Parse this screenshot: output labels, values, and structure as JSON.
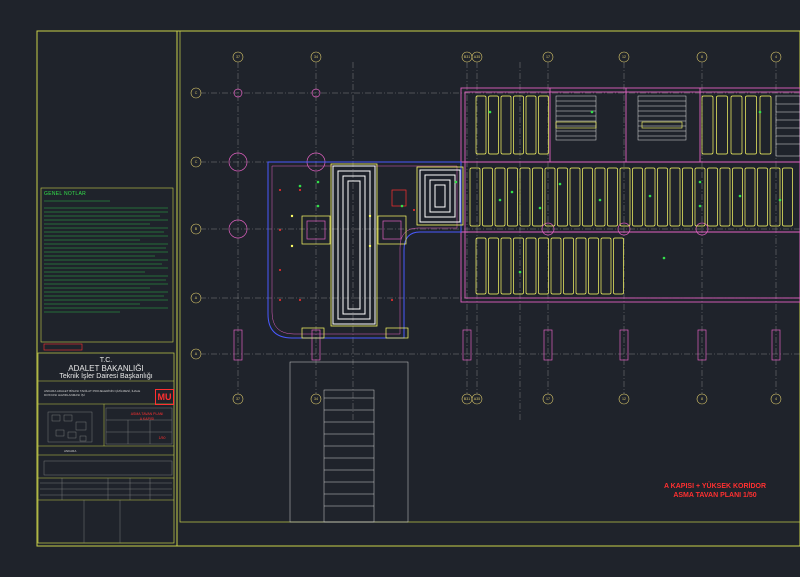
{
  "notes": {
    "title": "GENEL NOTLAR"
  },
  "title_block": {
    "line1": "T.C.",
    "line2": "ADALET BAKANLIĞI",
    "line3": "Teknik İşler Dairesi Başkanlığı",
    "project_label": "ANKARA ADALET BİNASI TADİLAT PROJELERİNİN ÇİZİLMESİ, İHALE DOSYASI HAZIRLANMASI İŞİ",
    "logo_text": "MU",
    "city": "ANKARA",
    "drawing_name_line1": "ASMA TAVAN PLANI",
    "drawing_name_line2": "A KAPISI",
    "scale": "1/50"
  },
  "plan": {
    "title_line1": "A KAPISI + YÜKSEK KORİDOR",
    "title_line2": "ASMA TAVAN PLANI 1/50"
  },
  "grid": {
    "top_labels": [
      "37",
      "34",
      "B31",
      "A35",
      "17",
      "12",
      "8",
      "4"
    ],
    "side_labels": [
      "C",
      "C",
      "B",
      "A",
      "A"
    ]
  },
  "colors": {
    "background": "#1f232b",
    "frame": "#c8d04a",
    "grid_lines": "#a0a0a0",
    "walls": "#e060c0",
    "panels": "#ffff66",
    "notes_text": "#33e14a",
    "title_red": "#ff3030"
  }
}
